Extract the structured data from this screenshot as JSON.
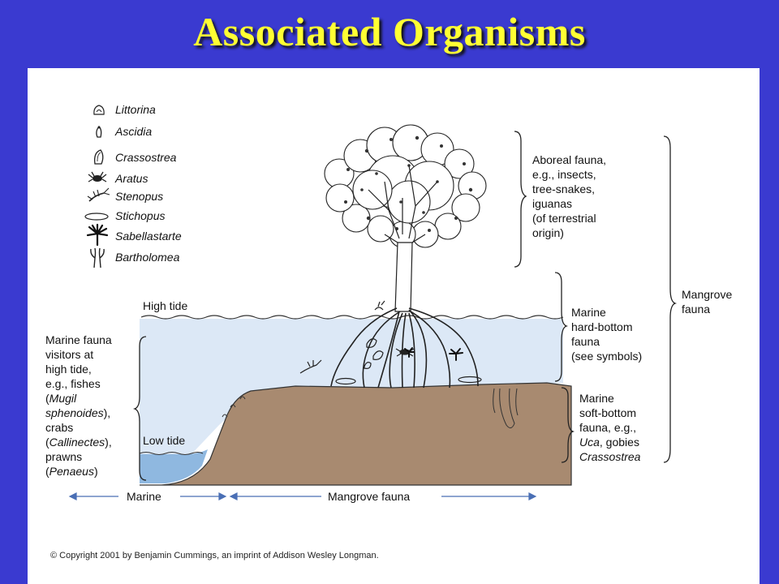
{
  "title": "Associated Organisms",
  "colors": {
    "background": "#3a3ad0",
    "title": "#ffff33",
    "water": "#dce8f6",
    "low_water": "#8fb8e0",
    "sediment": "#a88a70",
    "arrow": "#4a6fb5"
  },
  "legend": {
    "items": [
      {
        "name": "Littorina",
        "icon": "snail-icon"
      },
      {
        "name": "Ascidia",
        "icon": "ascidian-icon"
      },
      {
        "name": "Crassostrea",
        "icon": "oyster-icon"
      },
      {
        "name": "Aratus",
        "icon": "crab-icon"
      },
      {
        "name": "Stenopus",
        "icon": "shrimp-icon"
      },
      {
        "name": "Stichopus",
        "icon": "sea-cucumber-icon"
      },
      {
        "name": "Sabellastarte",
        "icon": "fan-worm-icon"
      },
      {
        "name": "Bartholomea",
        "icon": "anemone-icon"
      }
    ]
  },
  "labels": {
    "high_tide": "High tide",
    "low_tide": "Low tide",
    "arboreal": [
      "Aboreal fauna,",
      "e.g., insects,",
      "tree-snakes,",
      "iguanas",
      "(of terrestrial",
      "origin)"
    ],
    "mangrove_fauna": [
      "Mangrove",
      "fauna"
    ],
    "hard_bottom": [
      "Marine",
      "hard-bottom",
      "fauna",
      "(see symbols)"
    ],
    "soft_bottom_line1": "Marine",
    "soft_bottom_line2": "soft-bottom",
    "soft_bottom_line3": "fauna, e.g.,",
    "soft_bottom_uca": "Uca",
    "soft_bottom_gobies": ", gobies",
    "soft_bottom_crassostrea": "Crassostrea",
    "visitors_line1": "Marine fauna",
    "visitors_line2": "visitors at",
    "visitors_line3": "high tide,",
    "visitors_line4": "e.g., fishes",
    "visitors_paren_open": "(",
    "visitors_mugil": "Mugil",
    "visitors_sphenoides": "sphenoides",
    "visitors_sph_tail": "),",
    "visitors_crabs": "crabs",
    "visitors_callinectes": "Callinectes",
    "visitors_call_tail": "),",
    "visitors_prawns": "prawns",
    "visitors_penaeus": "Penaeus",
    "visitors_pen_tail": ")",
    "marine_arrow": "Marine",
    "mangrove_arrow": "Mangrove fauna"
  },
  "copyright": "© Copyright 2001 by Benjamin Cummings, an imprint of Addison Wesley Longman."
}
